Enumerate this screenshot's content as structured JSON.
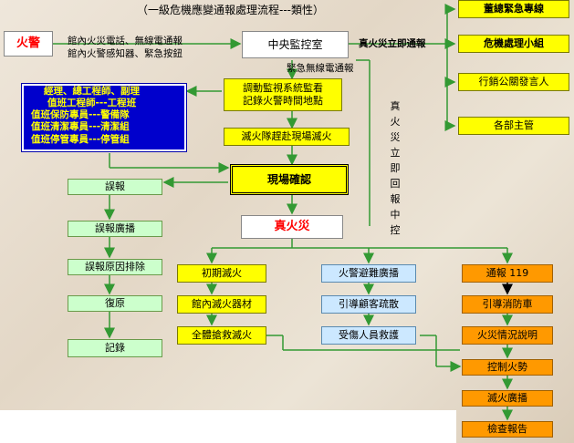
{
  "title": "（一級危機應變通報處理流程---類性）",
  "boxes": {
    "fire_alarm": "火警",
    "central_monitor": "中央監控室",
    "dispatch_monitor": "調動監視系統監看\n記錄火警時間地點",
    "extinguish_team": "滅火隊趕赴現場滅火",
    "onsite_confirm": "現場確認",
    "real_fire": "真火災",
    "alarm_reporting": "董總緊急專線",
    "crisis_team": "危機處理小組",
    "pr_spokesman": "行銷公關發言人",
    "dept_heads": "各部主管",
    "staff_list": [
      "經理、總工程師、副理",
      "值班工程師---工程班",
      "值班保防專員---警備隊",
      "值班清潔專員---清潔組",
      "值班停管專員---停管組"
    ],
    "false_report": "誤報",
    "false_broadcast": "誤報廣播",
    "false_cause": "誤報原因排除",
    "recovery": "復原",
    "record": "記錄",
    "initial_fight": "初期滅火",
    "building_equipment": "館內滅火器材",
    "all_rescue": "全體搶救滅火",
    "evac_broadcast": "火警避難廣播",
    "guide_evac": "引導顧客疏散",
    "injured_rescue": "受傷人員救護",
    "call_119": "通報 119",
    "guide_firetruck": "引導消防車",
    "fire_situation": "火災情況說明",
    "control_fire": "控制火勢",
    "fire_broadcast": "滅火廣播",
    "inspection_report": "檢查報告"
  },
  "labels": {
    "source_1": "館內火災電話、無線電通報",
    "source_2": "館內火警感知器、緊急按鈕",
    "emergency_radio": "緊急無線電通報",
    "real_fire_notify": "真火災立即通報",
    "vertical_note": "真火災立即回報中控"
  },
  "colors": {
    "yellow": "#ffff00",
    "green": "#ccffcc",
    "blue": "#cce8ff",
    "orange": "#ff9900",
    "navy": "#0000cc",
    "red_text": "#ff0000",
    "arrow_green": "#339933",
    "arrow_yellow": "#cccc00"
  }
}
